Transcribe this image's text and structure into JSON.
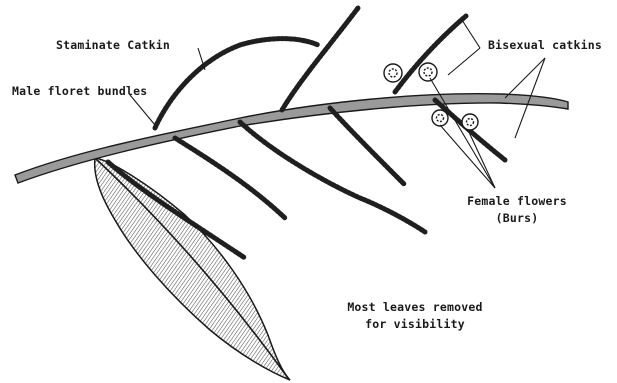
{
  "labels": {
    "staminate": "Staminate Catkin",
    "male_bundles": "Male floret bundles",
    "bisexual": "Bisexual catkins",
    "female_line1": "Female flowers",
    "female_line2": "(Burs)",
    "note_line1": "Most leaves removed",
    "note_line2": "for visibility"
  },
  "colors": {
    "ink": "#1a1a1a",
    "stem_fill": "#9a9a9a",
    "leaf_hatch": "#555555"
  }
}
